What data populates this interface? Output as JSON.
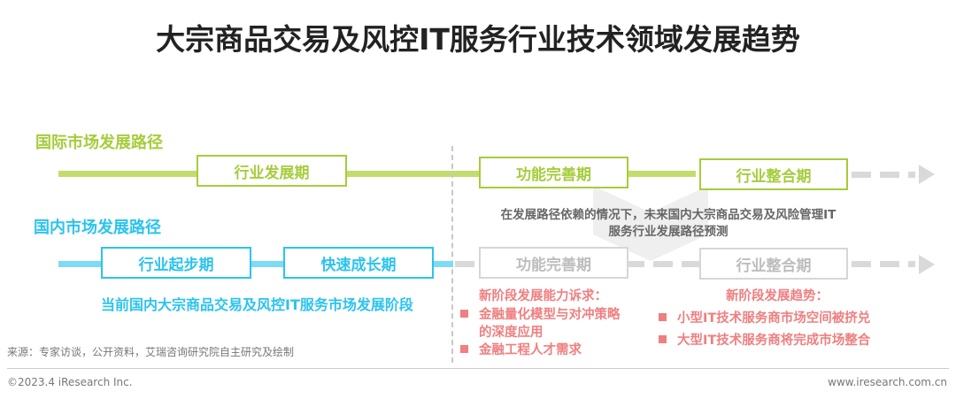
{
  "title": "大宗商品交易及风控IT服务行业技术领域发展趋势",
  "international": {
    "label": "国际市场发展路径",
    "stages": [
      "行业发展期",
      "功能完善期",
      "行业整合期"
    ]
  },
  "domestic": {
    "label": "国内市场发展路径",
    "stages": [
      "行业起步期",
      "快速成长期",
      "功能完善期",
      "行业整合期"
    ],
    "current_note": "当前国内大宗商品交易及风控IT服务市场发展阶段"
  },
  "forecast_note": {
    "line1": "在发展路径依赖的情况下，未来国内大宗商品交易及风险管理IT",
    "line2": "服务行业发展路径预测"
  },
  "capability": {
    "heading": "新阶段发展能力诉求：",
    "items": [
      "金融量化模型与对冲策略",
      "的深度应用",
      "金融工程人才需求"
    ]
  },
  "trend": {
    "heading": "新阶段发展趋势：",
    "items": [
      "小型IT技术服务商市场空间被挤兑",
      "大型IT技术服务商将完成市场整合"
    ]
  },
  "source": "来源：专家访谈，公开资料，艾瑞咨询研究院自主研究及绘制",
  "footer": {
    "copyright": "©2023.4 iResearch Inc.",
    "website": "www.iresearch.com.cn"
  },
  "colors": {
    "international": "#a6cc3c",
    "domestic": "#2cc3ee",
    "highlight": "#ef7f80",
    "future": "#d9d9d9"
  }
}
